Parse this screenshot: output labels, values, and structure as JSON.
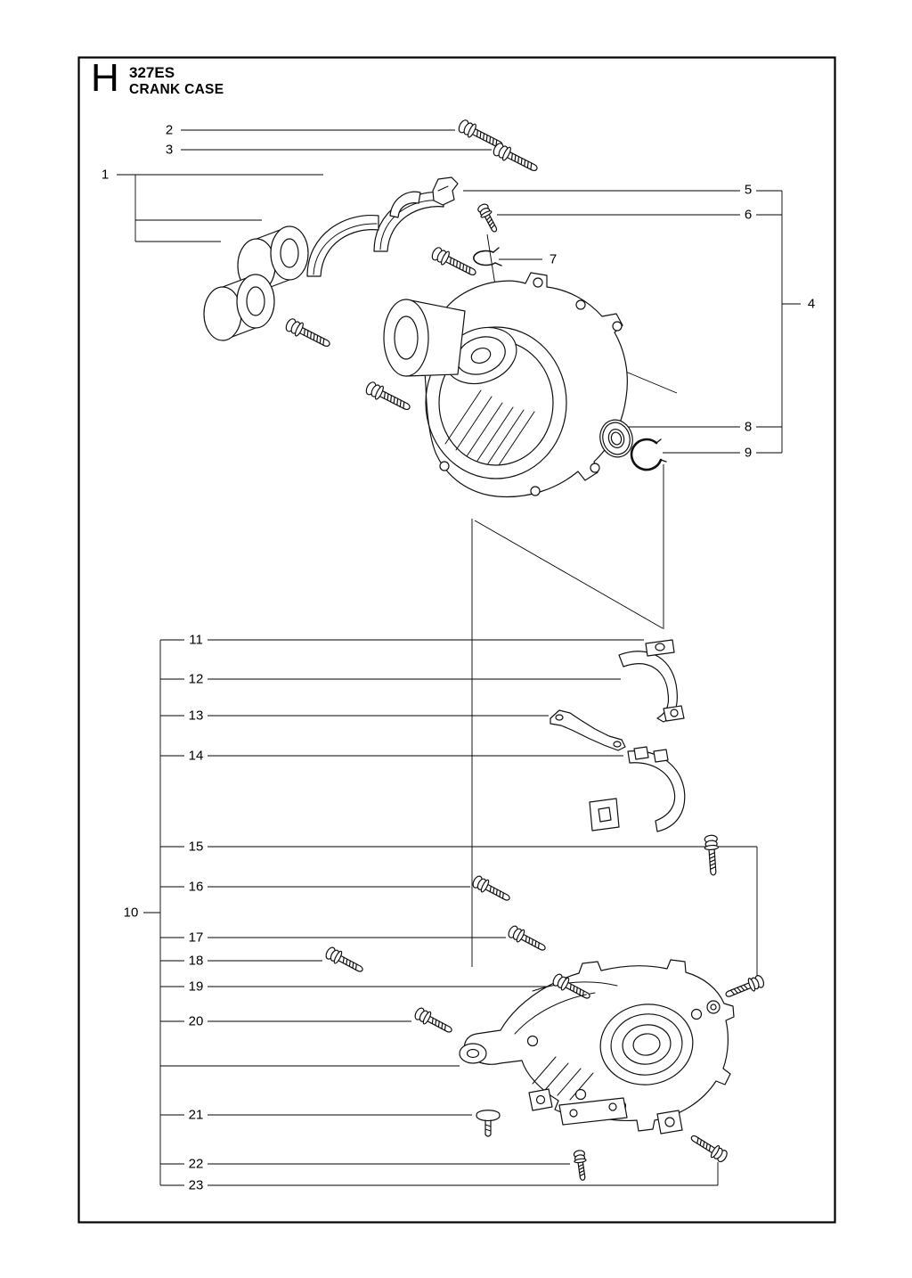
{
  "header": {
    "section_letter": "H",
    "model": "327ES",
    "title": "CRANK CASE"
  },
  "callouts": [
    {
      "label": "1"
    },
    {
      "label": "2"
    },
    {
      "label": "3"
    },
    {
      "label": "4"
    },
    {
      "label": "5"
    },
    {
      "label": "6"
    },
    {
      "label": "7"
    },
    {
      "label": "8"
    },
    {
      "label": "9"
    },
    {
      "label": "10"
    },
    {
      "label": "11"
    },
    {
      "label": "12"
    },
    {
      "label": "13"
    },
    {
      "label": "14"
    },
    {
      "label": "15"
    },
    {
      "label": "16"
    },
    {
      "label": "17"
    },
    {
      "label": "18"
    },
    {
      "label": "19"
    },
    {
      "label": "20"
    },
    {
      "label": "21"
    },
    {
      "label": "22"
    },
    {
      "label": "23"
    }
  ]
}
